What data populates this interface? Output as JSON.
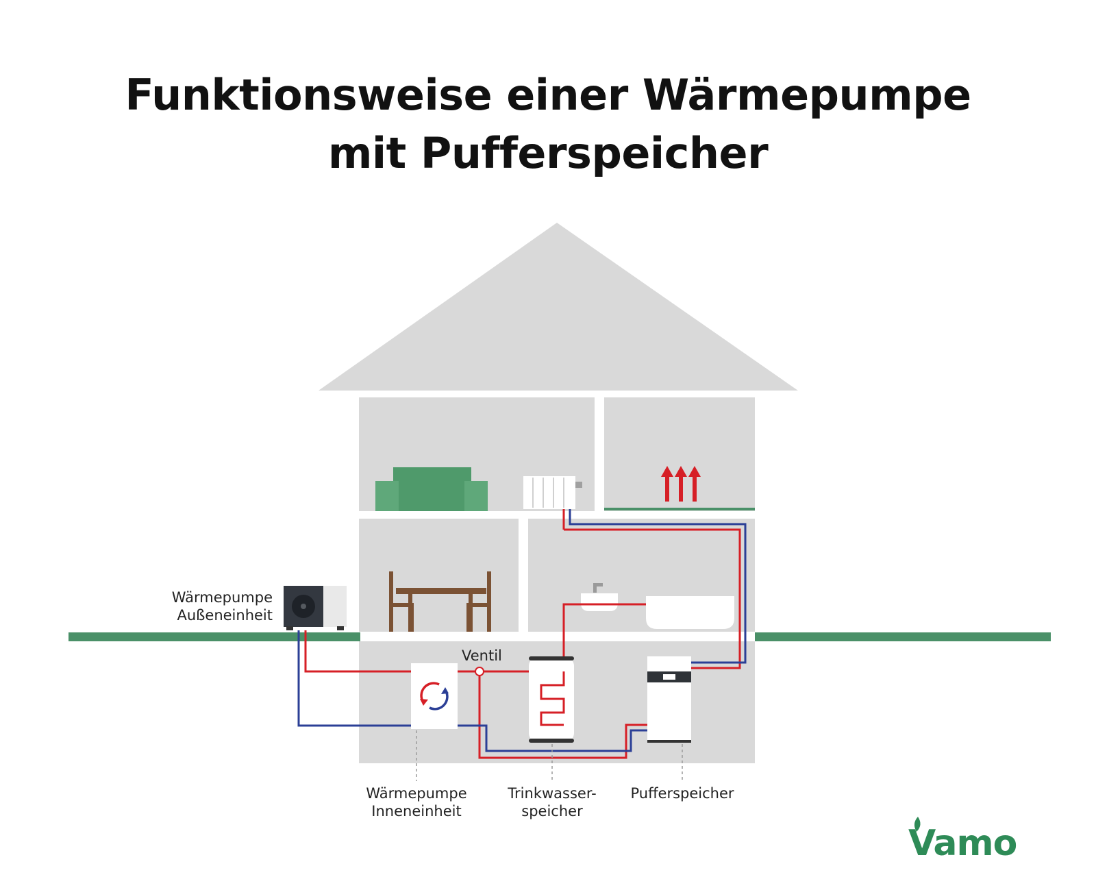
{
  "title": {
    "line1": "Funktionsweise einer Wärmepumpe",
    "line2": "mit Pufferspeicher"
  },
  "labels": {
    "outdoor_unit": [
      "Wärmepumpe",
      "Außeneinheit"
    ],
    "valve": "Ventil",
    "indoor_unit": [
      "Wärmepumpe",
      "Inneneinheit"
    ],
    "dhw_tank": [
      "Trinkwasser-",
      "speicher"
    ],
    "buffer_tank": "Pufferspeicher"
  },
  "brand": {
    "name": "Vamo",
    "color": "#2e8b57"
  },
  "colors": {
    "house": "#d9d9d9",
    "ground": "#4a9068",
    "hot_pipe": "#d61f26",
    "cold_pipe": "#2b3f96",
    "sofa": "#4f9a6b",
    "table": "#7b5234",
    "heat_arrows": "#d61f26"
  }
}
